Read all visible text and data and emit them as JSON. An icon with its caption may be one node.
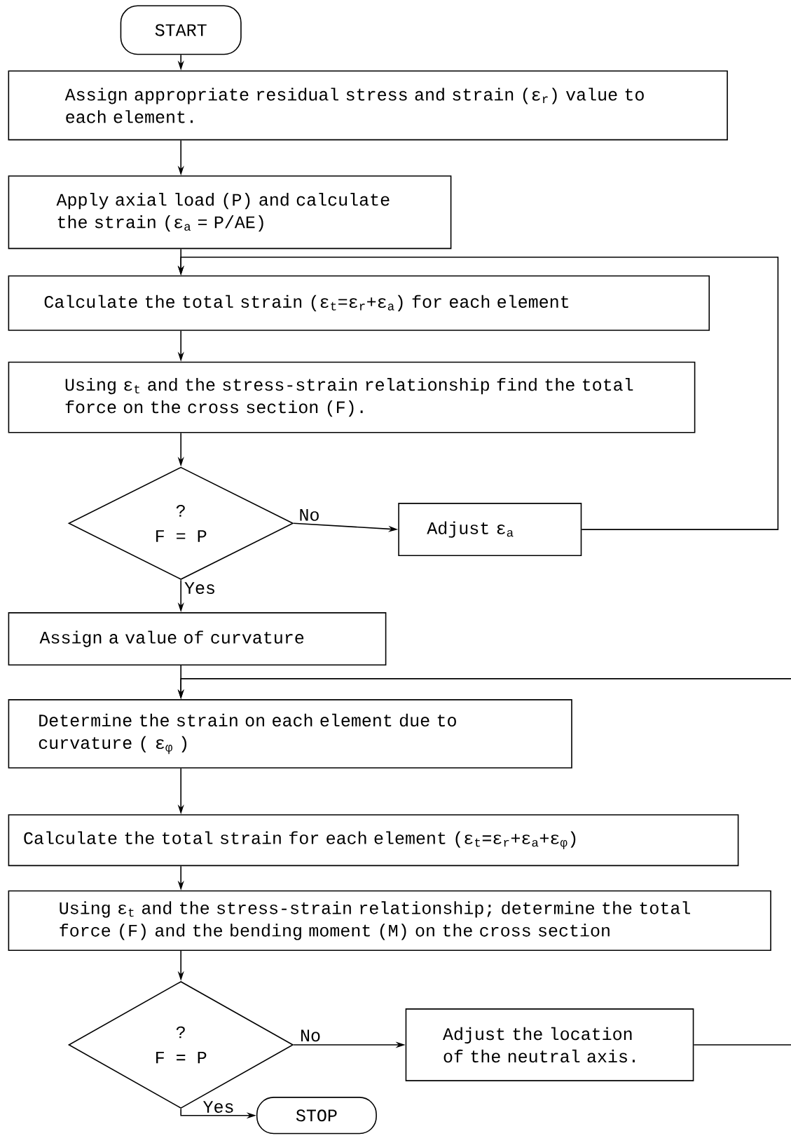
{
  "diagram": {
    "nodes": [
      {
        "text": [
          "START"
        ]
      },
      {
        "text": [
          "Assign appropriate residual stress and strain (ε$_{r}$) value to each element."
        ]
      },
      {
        "text": [
          "Apply axial load (P) and calculate the strain (ε$_{a}$ = P/AE)"
        ]
      },
      {
        "text": [
          "Calculate the total strain (ε$_{t}$=ε$_{r}$+ε$_{a}$) for each element"
        ]
      },
      {
        "text": [
          "Using ε$_{t}$ and the stress-strain relationship find the total force on the cross section (F)."
        ]
      },
      {
        "text": [
          "?",
          "F = P"
        ]
      },
      {
        "text": [
          "Adjust ε$_{a}$"
        ]
      },
      {
        "text": [
          "Assign a value of curvature"
        ]
      },
      {
        "text": [
          "Determine the strain on each element due to curvature ( ε$_{φ}$ )"
        ]
      },
      {
        "text": [
          "Calculate the total strain for each element (ε$_{t}$=ε$_{r}$+ε$_{a}$+ε$_{φ}$)"
        ]
      },
      {
        "text": [
          "Using ε$_{t}$ and the stress-strain relationship; determine the total force (F) and the bending moment (M) on the cross section"
        ]
      },
      {
        "text": [
          "?",
          "F = P"
        ]
      },
      {
        "text": [
          "Adjust the location of the neutral axis."
        ]
      },
      {
        "text": [
          "STOP"
        ]
      }
    ],
    "edges": [
      {
        "from": 0,
        "to": 1,
        "arrow": "to"
      },
      {
        "from": 1,
        "to": 2,
        "arrow": "to"
      },
      {
        "from": 2,
        "to": 3,
        "arrow": "to"
      },
      {
        "from": 3,
        "to": 4,
        "arrow": "to"
      },
      {
        "from": 4,
        "to": 5,
        "arrow": "to"
      },
      {
        "from": 5,
        "to": 6,
        "arrow": "to",
        "label": "No"
      },
      {
        "from": 6,
        "to": 3,
        "arrow": "to"
      },
      {
        "from": 5,
        "to": 7,
        "arrow": "to",
        "label": "Yes"
      },
      {
        "from": 7,
        "to": 8,
        "arrow": "to"
      },
      {
        "from": 8,
        "to": 9,
        "arrow": "to"
      },
      {
        "from": 9,
        "to": 10,
        "arrow": "to"
      },
      {
        "from": 10,
        "to": 11,
        "arrow": "to"
      },
      {
        "from": 11,
        "to": 12,
        "arrow": "to",
        "label": "No"
      },
      {
        "from": 12,
        "to": 8,
        "arrow": "to"
      },
      {
        "from": 11,
        "to": 13,
        "arrow": "to",
        "label": "Yes"
      }
    ]
  }
}
